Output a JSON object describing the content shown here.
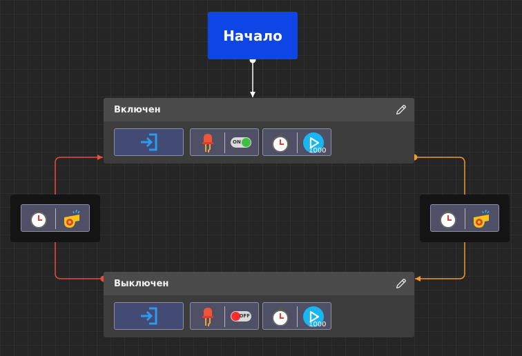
{
  "start_node": {
    "label": "Начало"
  },
  "states": [
    {
      "title": "Включен",
      "actions": {
        "enter_icon": "enter-icon",
        "led": {
          "icon": "led-icon",
          "switch": "ON"
        },
        "timer": {
          "icon": "stopwatch-icon",
          "play_icon": "play-icon",
          "value": "1000"
        }
      }
    },
    {
      "title": "Выключен",
      "actions": {
        "enter_icon": "enter-icon",
        "led": {
          "icon": "led-icon",
          "switch": "OFF"
        },
        "timer": {
          "icon": "stopwatch-icon",
          "play_icon": "play-icon",
          "value": "1000"
        }
      }
    }
  ],
  "transitions": [
    {
      "from": "Выключен",
      "to": "Включен",
      "trigger_icons": [
        "stopwatch-icon",
        "whistle-icon"
      ],
      "color": "#ec4b3e"
    },
    {
      "from": "Включен",
      "to": "Выключен",
      "trigger_icons": [
        "stopwatch-icon",
        "whistle-icon"
      ],
      "color": "#f39a2b"
    }
  ],
  "colors": {
    "start_node": "#0d45e6",
    "canvas": "#252525",
    "state_body": "#3c3c3c",
    "state_header": "#4b4b4b",
    "transition_bg": "#141414",
    "wire_start": "#ffffff"
  }
}
